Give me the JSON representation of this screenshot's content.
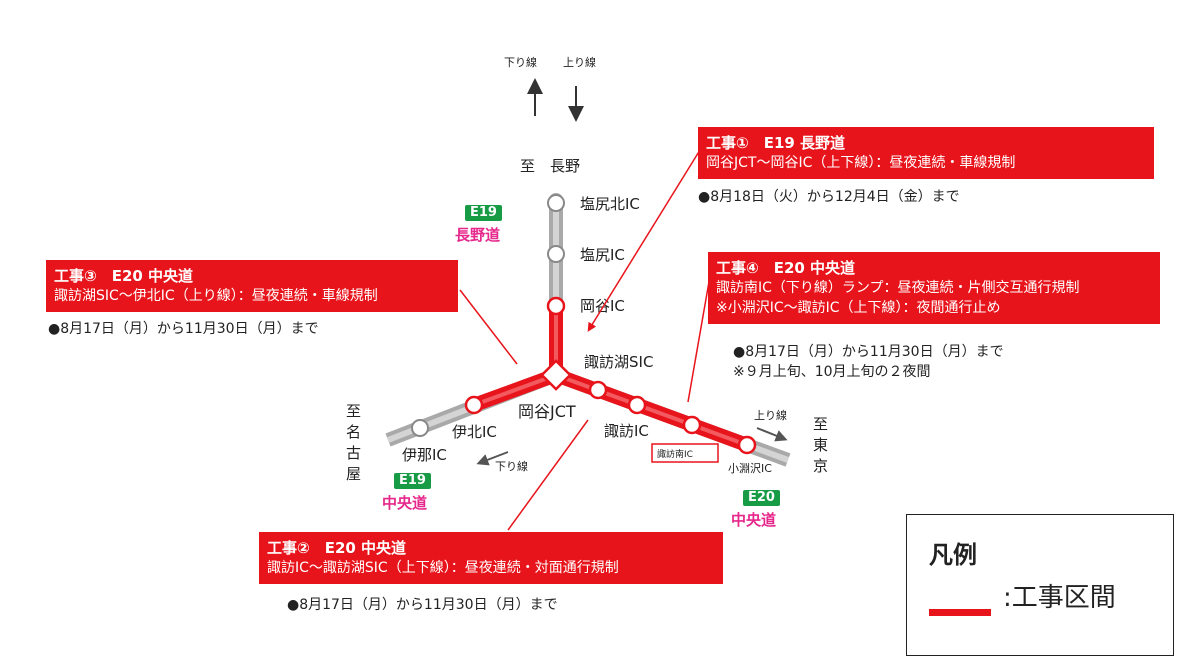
{
  "direction": {
    "down": "下り線",
    "up": "上り線",
    "north": "至　長野",
    "west": [
      "至",
      "名",
      "古",
      "屋"
    ],
    "east": [
      "至",
      "東",
      "京"
    ],
    "up_east": "上り線",
    "down_west": "下り線"
  },
  "stations": {
    "shiojiri_kita": "塩尻北IC",
    "shiojiri": "塩尻IC",
    "okaya": "岡谷IC",
    "suwako_sic": "諏訪湖SIC",
    "okaya_jct": "岡谷JCT",
    "suwa": "諏訪IC",
    "suwa_minami": "諏訪南IC",
    "kobuchizawa": "小淵沢IC",
    "ihoku": "伊北IC",
    "ina": "伊那IC"
  },
  "routes": {
    "nagano": {
      "code": "E19",
      "name": "長野道"
    },
    "chuo_west": {
      "code": "E19",
      "name": "中央道"
    },
    "chuo_east": {
      "code": "E20",
      "name": "中央道"
    }
  },
  "works": {
    "w1": {
      "title": "工事①　E19 長野道",
      "line1": "岡谷JCT～岡谷IC（上下線）：昼夜連続・車線規制",
      "date": "●8月18日（火）から12月4日（金）まで"
    },
    "w2": {
      "title": "工事②　E20 中央道",
      "line1": "諏訪IC～諏訪湖SIC（上下線）：昼夜連続・対面通行規制",
      "date": "●8月17日（月）から11月30日（月）まで"
    },
    "w3": {
      "title": "工事③　E20 中央道",
      "line1": "諏訪湖SIC～伊北IC（上り線）：昼夜連続・車線規制",
      "date": "●8月17日（月）から11月30日（月）まで"
    },
    "w4": {
      "title": "工事④　E20 中央道",
      "line1": "諏訪南IC（下り線）ランプ：昼夜連続・片側交互通行規制",
      "line2": "※小淵沢IC～諏訪IC（上下線）：夜間通行止め",
      "date": "●8月17日（月）から11月30日（月）まで",
      "note": "※９月上旬、10月上旬の２夜間"
    }
  },
  "legend": {
    "title": "凡例",
    "item": ":工事区間"
  },
  "colors": {
    "work": "#e8141b",
    "road": "#b5b5b5",
    "route_badge": "#179b45",
    "route_name": "#e6278b"
  }
}
